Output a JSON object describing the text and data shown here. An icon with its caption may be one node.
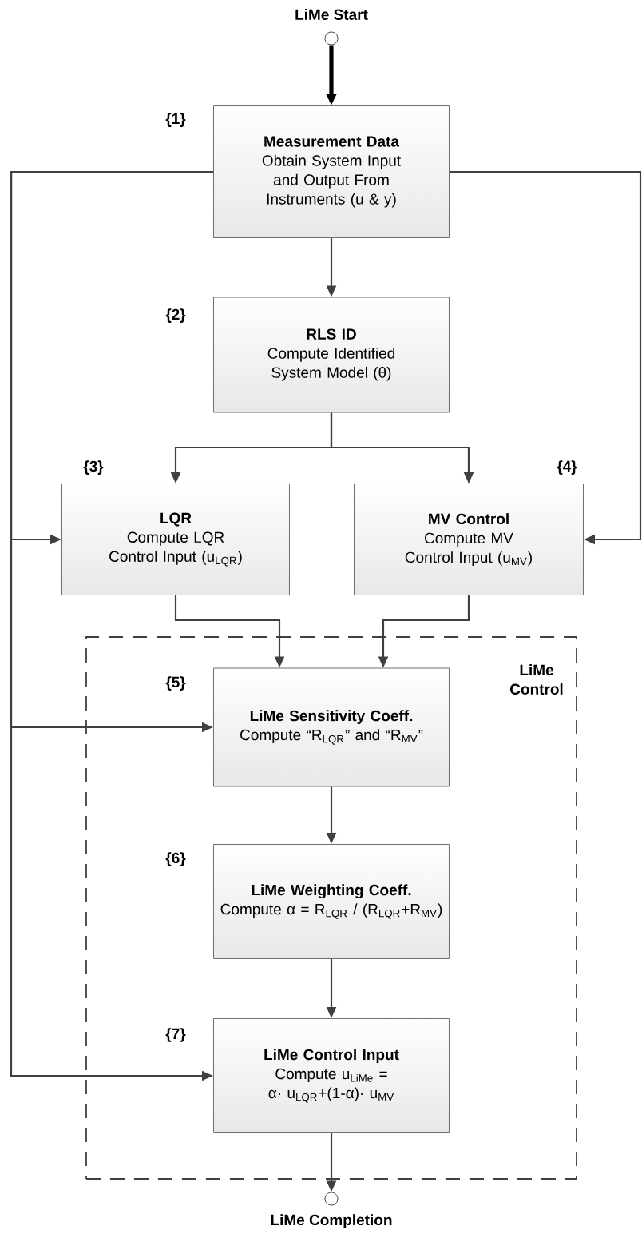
{
  "diagram": {
    "nodes": [
      {
        "text": [],
        "shape": "circle",
        "beside": [
          "LiMe Start"
        ]
      },
      {
        "text": [
          "Measurement Data",
          "Obtain System Input and Output From Instruments (u & y)"
        ],
        "beside": [
          "{1}"
        ]
      },
      {
        "text": [
          "RLS ID",
          "Compute Identified System Model (θ)"
        ],
        "beside": [
          "{2}"
        ]
      },
      {
        "text": [
          "LQR",
          "Compute LQR Control Input (u$_{LQR}$)"
        ],
        "beside": [
          "{3}"
        ]
      },
      {
        "text": [
          "MV Control",
          "Compute MV Control Input (u$_{MV}$)"
        ],
        "beside": [
          "{4}"
        ]
      },
      {
        "text": [
          "LiMe Control"
        ]
      },
      {
        "text": [
          "LiMe Sensitivity Coeff.",
          "Compute “R$_{LQR}$” and “R$_{MV}$”"
        ],
        "beside": [
          "{5}"
        ],
        "in": 5
      },
      {
        "text": [
          "LiMe Weighting Coeff.",
          "Compute α = R$_{LQR}$ / (R$_{LQR}$+R$_{MV}$)"
        ],
        "beside": [
          "{6}"
        ],
        "in": 5
      },
      {
        "text": [
          "LiMe Control Input",
          "Compute u$_{LiMe}$ = α· u$_{LQR}$+(1-α)· u$_{MV}$"
        ],
        "beside": [
          "{7}"
        ],
        "in": 5
      },
      {
        "text": [],
        "shape": "circle",
        "beside": [
          "LiMe Completion"
        ]
      }
    ],
    "edges": [
      {
        "from": 0,
        "to": 1,
        "arrow": "to",
        "style": "thick",
        "color": "#000000"
      },
      {
        "from": 1,
        "to": 2,
        "arrow": "to"
      },
      {
        "from": 2,
        "to": 3,
        "arrow": "to"
      },
      {
        "from": 2,
        "to": 4,
        "arrow": "to"
      },
      {
        "from": 1,
        "to": 3,
        "arrow": "to"
      },
      {
        "from": 1,
        "to": 6,
        "arrow": "to"
      },
      {
        "from": 1,
        "to": 8,
        "arrow": "to"
      },
      {
        "from": 1,
        "to": 4,
        "arrow": "to"
      },
      {
        "from": 3,
        "to": 6,
        "arrow": "to"
      },
      {
        "from": 4,
        "to": 6,
        "arrow": "to"
      },
      {
        "from": 6,
        "to": 7,
        "arrow": "to"
      },
      {
        "from": 7,
        "to": 8,
        "arrow": "to"
      },
      {
        "from": 8,
        "to": 9,
        "arrow": "to"
      }
    ]
  }
}
